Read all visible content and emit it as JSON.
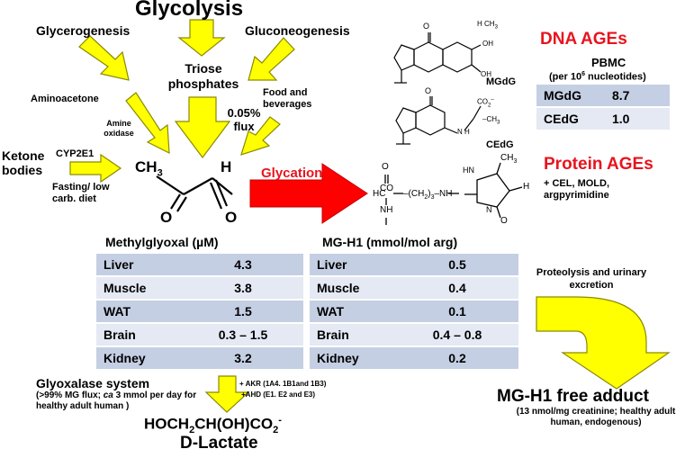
{
  "title": "Glycolysis",
  "sources": {
    "glycerogenesis": "Glycerogenesis",
    "gluconeogenesis": "Gluconeogenesis",
    "triose": "Triose phosphates",
    "aminoacetone": "Aminoacetone",
    "amine_oxidase": "Amine oxidase",
    "food": "Food and beverages",
    "flux": "0.05% flux",
    "ketone": "Ketone bodies",
    "cyp": "CYP2E1",
    "fasting": "Fasting/ low carb. diet"
  },
  "methylglyoxal_formula": {
    "ch3": "CH",
    "sub3": "3",
    "o": "O",
    "h": "H"
  },
  "glycation_label": "Glycation",
  "dna_ages": {
    "heading": "DNA AGEs",
    "subheading_pre": "PBMC",
    "subheading_note": "(per 10",
    "subheading_sup": "6",
    "subheading_post": " nucleotides)",
    "rows": [
      {
        "name": "MGdG",
        "value": "8.7"
      },
      {
        "name": "CEdG",
        "value": "1.0"
      }
    ],
    "structure_labels": {
      "mgdg": "MGdG",
      "cedg": "CEdG"
    }
  },
  "protein_ages": {
    "heading": "Protein AGEs",
    "note": "+ CEL, MOLD, argpyrimidine"
  },
  "methylglyoxal_table": {
    "title": "Methylglyoxal (µM)",
    "rows": [
      {
        "tissue": "Liver",
        "value": "4.3"
      },
      {
        "tissue": "Muscle",
        "value": "3.8"
      },
      {
        "tissue": "WAT",
        "value": "1.5"
      },
      {
        "tissue": "Brain",
        "value": "0.3 – 1.5"
      },
      {
        "tissue": "Kidney",
        "value": "3.2"
      }
    ]
  },
  "mgh1_table": {
    "title": "MG-H1 (mmol/mol arg)",
    "rows": [
      {
        "tissue": "Liver",
        "value": "0.5"
      },
      {
        "tissue": "Muscle",
        "value": "0.4"
      },
      {
        "tissue": "WAT",
        "value": "0.1"
      },
      {
        "tissue": "Brain",
        "value": "0.4 – 0.8"
      },
      {
        "tissue": "Kidney",
        "value": "0.2"
      }
    ]
  },
  "proteolysis": "Proteolysis and urinary excretion",
  "free_adduct": {
    "title": "MG-H1 free adduct",
    "note": "(13 nmol/mg creatinine; healthy adult human, endogenous)"
  },
  "glyoxalase": {
    "title": "Glyoxalase system",
    "note_a": "(>99% MG flux; ",
    "note_ca": "ca",
    "note_b": " 3 mmol per day for healthy adult human )",
    "akr": "+ AKR (1A4. 1B1and 1B3)",
    "ahd": "+AHD (E1. E2 and E3)"
  },
  "lactate": {
    "formula": [
      "HOCH",
      "2",
      "CH(OH)CO",
      "2",
      "-"
    ],
    "name": "D-Lactate"
  },
  "colors": {
    "arrow_fill": "#ffff00",
    "arrow_stroke": "#8a8a00",
    "red": "#e8141e",
    "row_dark": "#c5cfe3",
    "row_light": "#e4e9f3"
  }
}
